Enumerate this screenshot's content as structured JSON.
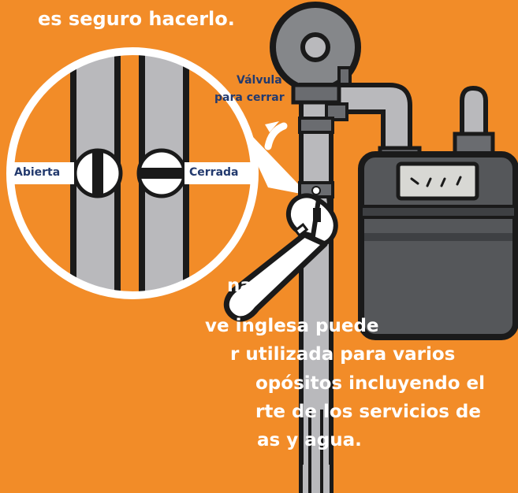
{
  "header": {
    "text": "es seguro hacerlo."
  },
  "paragraph": {
    "lines": [
      "na",
      "ve inglesa puede",
      "r utilizada para varios",
      "opósitos incluyendo el",
      "rte de los servicios de",
      "as y agua."
    ]
  },
  "labels": {
    "open": "Abierta",
    "closed": "Cerrada",
    "valve_line1": "Válvula",
    "valve_line2": "para cerrar"
  },
  "colors": {
    "background": "#f28c28",
    "label_text": "#233a6e",
    "pipe": "#b9b9bc",
    "meter": "#55575a",
    "outline": "#1a1a1a"
  }
}
